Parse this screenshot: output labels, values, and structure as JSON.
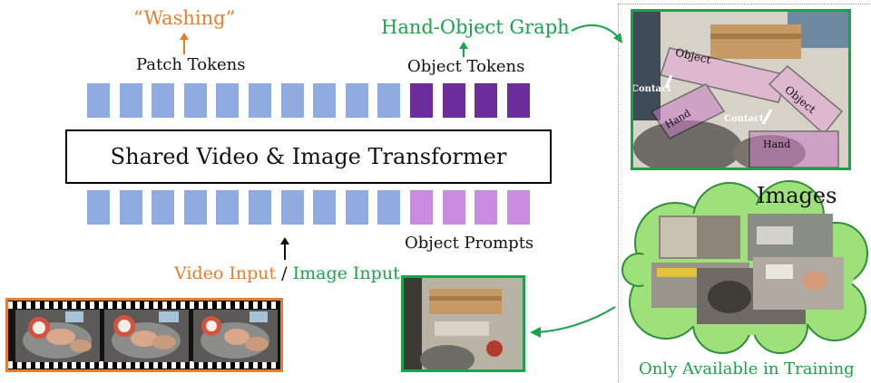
{
  "top_label": {
    "text": "“Washing”",
    "color": "#ea7d2c"
  },
  "graph_label": {
    "text": "Hand-Object Graph",
    "color": "#1aa34a"
  },
  "patch_tokens_label": "Patch Tokens",
  "object_tokens_label": "Object Tokens",
  "transformer_label": "Shared Video & Image Transformer",
  "object_prompts_label": "Object Prompts",
  "input_labels": {
    "video": "Video Input",
    "separator": " / ",
    "image": "Image Input"
  },
  "graph": {
    "objects": [
      "Object",
      "Object"
    ],
    "contacts": [
      "Contact",
      "Contact"
    ],
    "hands": [
      "Hand",
      "Hand"
    ]
  },
  "images_label": "Images",
  "training_note": "Only Available in Training",
  "token_counts": {
    "patch": 10,
    "object": 4
  },
  "colors": {
    "patch_token": "#8fabdf",
    "object_token": "#6d2c9b",
    "object_prompt": "#c98ce0",
    "green": "#1aa34a",
    "orange": "#ea7d2c",
    "cloud": "#9ee07a"
  }
}
